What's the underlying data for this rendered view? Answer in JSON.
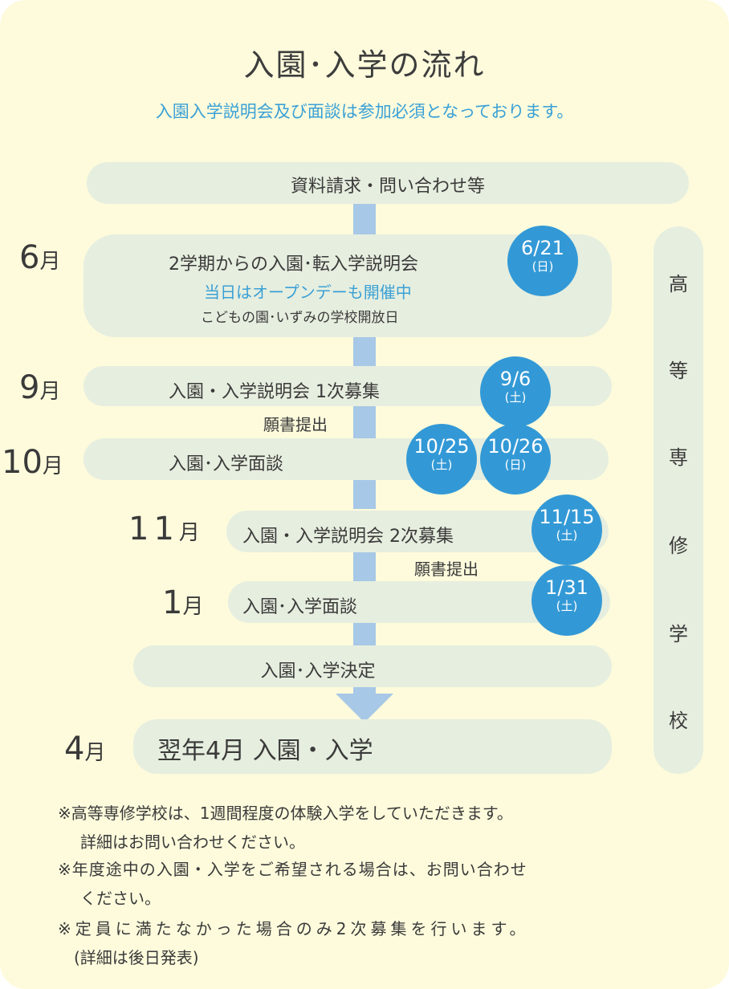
{
  "title": "入園･入学の流れ",
  "subtitle": "入園入学説明会及び面談は参加必須となっております。",
  "first_step": "資料請求・問い合わせ等",
  "vertical_label": [
    "高",
    "等",
    "専",
    "修",
    "学",
    "校"
  ],
  "months": {
    "jun": "6",
    "sep": "9",
    "oct": "10",
    "nov": "11",
    "jan": "1",
    "apr": "4",
    "unit": "月"
  },
  "steps": {
    "jun_main": "2学期からの入園･転入学説明会",
    "jun_sub": "当日はオープンデーも開催中",
    "jun_sub2": "こどもの園･いずみの学校開放日",
    "sep": "入園・入学説明会 1次募集",
    "sep_after": "願書提出",
    "oct": "入園･入学面談",
    "nov": "入園・入学説明会 2次募集",
    "nov_after": "願書提出",
    "jan": "入園･入学面談",
    "decision": "入園･入学決定",
    "final": "翌年4月 入園・入学"
  },
  "dates": {
    "jun": {
      "date": "6/21",
      "day": "(日)"
    },
    "sep": {
      "date": "9/6",
      "day": "(土)"
    },
    "oct1": {
      "date": "10/25",
      "day": "(土)"
    },
    "oct2": {
      "date": "10/26",
      "day": "(日)"
    },
    "nov": {
      "date": "11/15",
      "day": "(土)"
    },
    "jan": {
      "date": "1/31",
      "day": "(土)"
    }
  },
  "notes": [
    "※高等専修学校は、1週間程度の体験入学をしていただきます。",
    "詳細はお問い合わせください。",
    "※年度途中の入園・入学をご希望される場合は、お問い合わせ",
    "ください。",
    "※定員に満たなかった場合のみ2次募集を行います。",
    "(詳細は後日発表)"
  ],
  "colors": {
    "background": "#fdfbdc",
    "pill": "#e6eedf",
    "accent": "#3399d6",
    "connector": "#a7c8e6",
    "subtitle": "#3aa0d6"
  }
}
